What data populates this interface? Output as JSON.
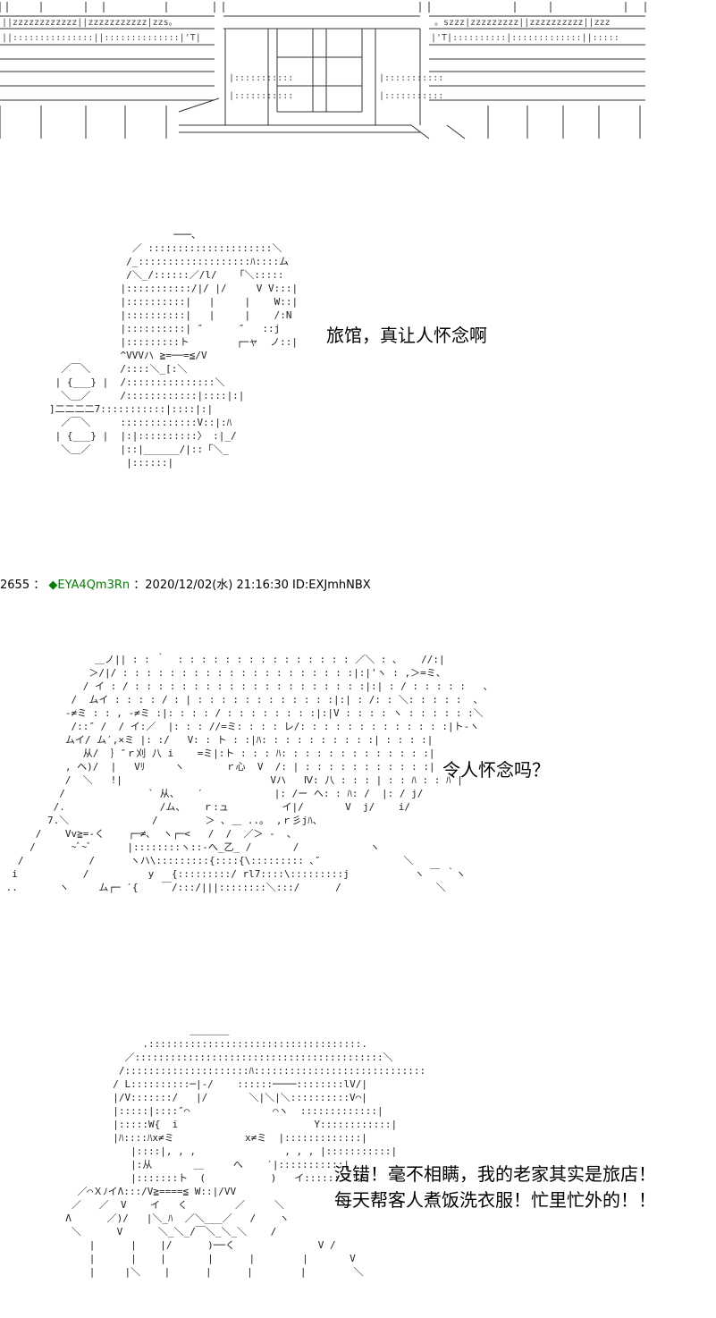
{
  "speech_1": "旅馆，真让人怀念啊",
  "speech_2": "令人怀念吗？",
  "speech_3_line1": "没错！毫不相瞒，我的老家其实是旅店！",
  "speech_3_line2": "每天帮客人煮饭洗衣服！忙里忙外的！！",
  "post": {
    "number": "2655",
    "separator": "：",
    "diamond": "◆",
    "trip": "EYA4Qm3Rn",
    "date": "：2020/12/02(水) 21:16:30",
    "id": "ID:EXJmhNBX"
  }
}
